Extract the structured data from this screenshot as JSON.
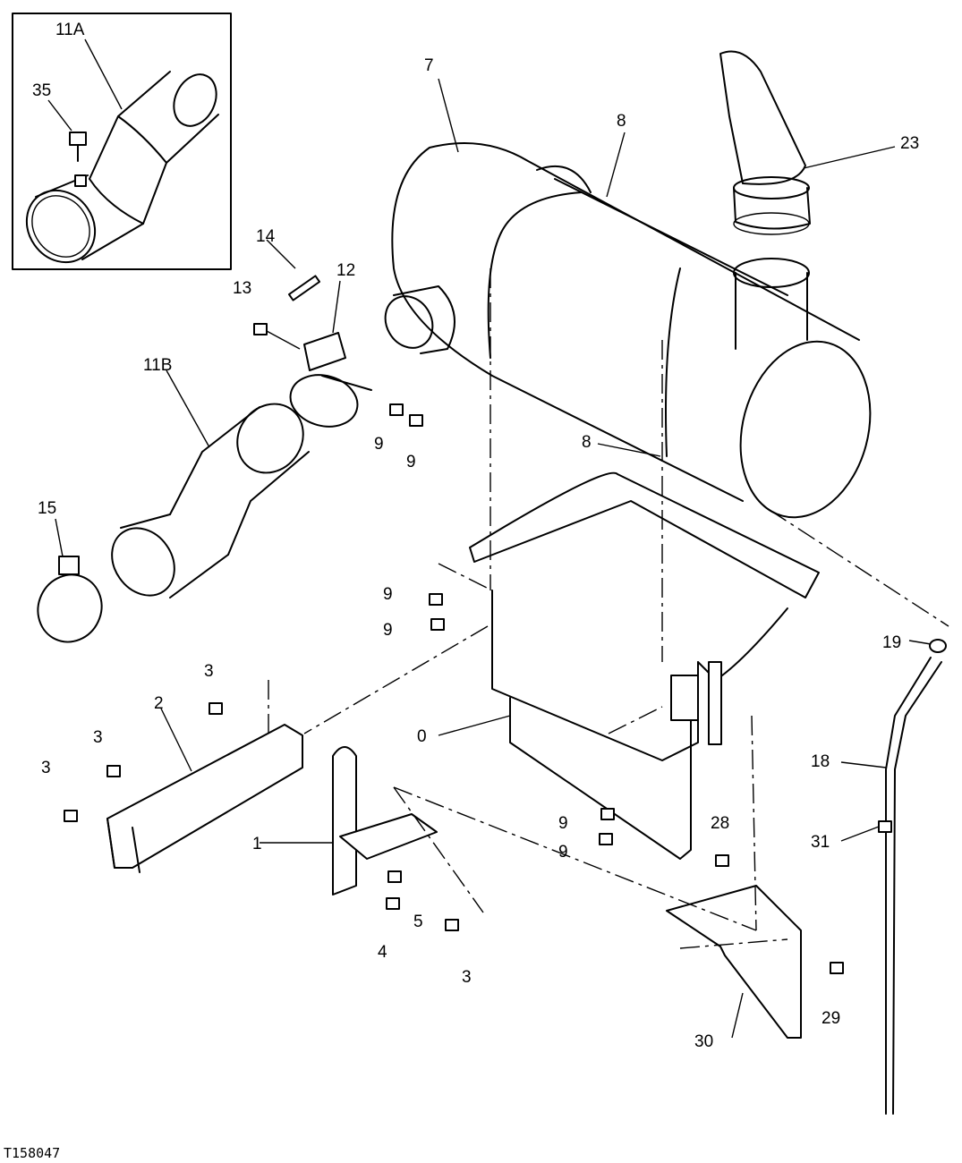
{
  "labels": {
    "l7": "7",
    "l8a": "8",
    "l8b": "8",
    "l23": "23",
    "l11a": "11A",
    "l35": "35",
    "l14": "14",
    "l12": "12",
    "l13": "13",
    "l11b": "11B",
    "l9a": "9",
    "l9b": "9",
    "l9c": "9",
    "l9d": "9",
    "l9e": "9",
    "l9f": "9",
    "l15": "15",
    "l3a": "3",
    "l3b": "3",
    "l3c": "3",
    "l3d": "3",
    "l2": "2",
    "l0": "0",
    "l1": "1",
    "l5": "5",
    "l4": "4",
    "l28": "28",
    "l29": "29",
    "l30": "30",
    "l31": "31",
    "l18": "18",
    "l19": "19"
  },
  "figure_code": "T158047"
}
